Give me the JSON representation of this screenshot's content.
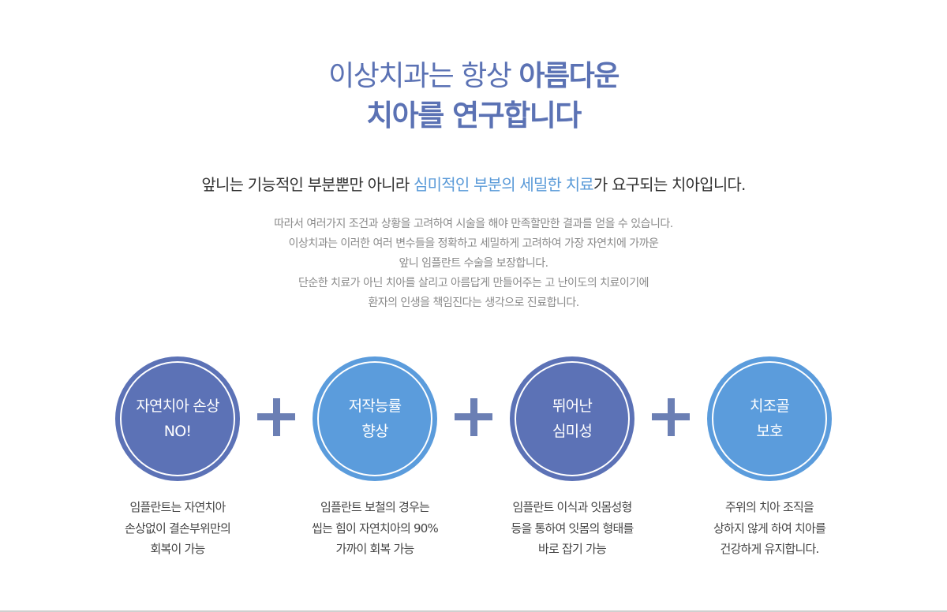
{
  "headline": {
    "line1_light": "이상치과는 항상 ",
    "line1_bold": "아름다운",
    "line2": "치아를 연구합니다"
  },
  "subhead": {
    "part1": "앞니는 기능적인 부분뿐만 아니라 ",
    "highlight": "심미적인 부분의 세밀한 치료",
    "part2": "가 요구되는 치아입니다.",
    "highlight_color": "#5a9ad8"
  },
  "description": [
    "따라서 여러가지 조건과 상황을 고려하여 시술을 해야 만족할만한 결과를 얻을 수 있습니다.",
    "이상치과는 이러한 여러 변수들을 정확하고 세밀하게 고려하여 가장 자연치에 가까운",
    "앞니 임플란트 수술을 보장합니다.",
    "단순한 치료가 아닌 치아를 살리고 아름답게 만들어주는 고 난이도의 치료이기에",
    "환자의 인생을 책임진다는 생각으로 진료합니다."
  ],
  "features": [
    {
      "circle_lines": [
        "자연치아 손상",
        "NO!"
      ],
      "text_lines": [
        "임플란트는 자연치아",
        "손상없이 결손부위만의",
        "회복이 가능"
      ],
      "color": "#5c72b6"
    },
    {
      "circle_lines": [
        "저작능률",
        "향상"
      ],
      "text_lines": [
        "임플란트 보철의 경우는",
        "씹는 힘이 자연치아의 90%",
        "가까이 회복 가능"
      ],
      "color": "#5b9cdc"
    },
    {
      "circle_lines": [
        "뛰어난",
        "심미성"
      ],
      "text_lines": [
        "임플란트 이식과 잇몸성형",
        "등을 통하여 잇몸의 형태를",
        "바로 잡기 가능"
      ],
      "color": "#5c72b6"
    },
    {
      "circle_lines": [
        "치조골",
        "보호"
      ],
      "text_lines": [
        "주위의 치아 조직을",
        "상하지 않게 하여 치아를",
        "건강하게 유지합니다."
      ],
      "color": "#5b9cdc"
    }
  ],
  "colors": {
    "primary_blue": "#5c72b6",
    "light_blue": "#5b9cdc",
    "plus": "#6b7fb4"
  },
  "icons": {
    "separator": "plus-icon"
  }
}
